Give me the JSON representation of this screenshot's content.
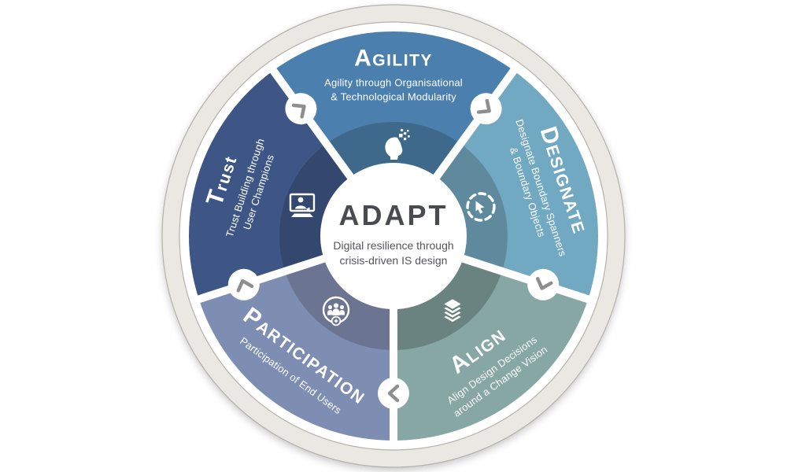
{
  "center": {
    "title": "ADAPT",
    "subtitle": "Digital resilience through\ncrisis-driven IS design"
  },
  "segments": [
    {
      "name": "Agility",
      "initial": "A",
      "rest": "GILITY",
      "subtitle": "Agility through Organisational\n& Technological Modularity",
      "color": "#4a7fae",
      "inner_color": "#3e698a",
      "icon": "mind-pixels-icon"
    },
    {
      "name": "Designate",
      "initial": "D",
      "rest": "ESIGNATE",
      "subtitle": "Designate Boundary Spanners\n& Boundary Objects",
      "color": "#71a8c2",
      "inner_color": "#5f8a9d",
      "icon": "cursor-cycle-icon"
    },
    {
      "name": "Align",
      "initial": "A",
      "rest": "LIGN",
      "subtitle": "Align Design Decisions\naround a Change Vision",
      "color": "#87a7a4",
      "inner_color": "#6b8380",
      "icon": "layers-icon"
    },
    {
      "name": "Participation",
      "initial": "P",
      "rest": "ARTICIPATION",
      "subtitle": "Participation of End Users",
      "color": "#7e8db2",
      "inner_color": "#6b7491",
      "icon": "users-group-icon"
    },
    {
      "name": "Trust",
      "initial": "T",
      "rest": "rust",
      "subtitle": "Trust Building through\nUser Champions",
      "color": "#3d5685",
      "inner_color": "#34476e",
      "icon": "user-monitor-icon"
    }
  ],
  "palette": {
    "outer_ring_fill": "#EAE8E3",
    "ring_stroke": "#b5b2ac",
    "divider": "#ffffff",
    "chevron": "#8e8e8e",
    "center_circle": "#ffffff"
  }
}
